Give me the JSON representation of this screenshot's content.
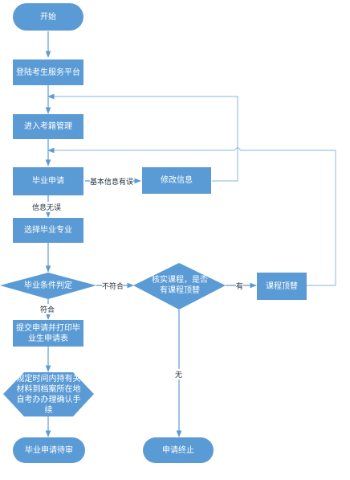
{
  "colors": {
    "fill": "#5b9bd5",
    "edge": "#9cc3e5",
    "text": "#ffffff"
  },
  "nodes": {
    "start": "开始",
    "login": "登陆考生服务平台",
    "enter_records": "进入考籍管理",
    "apply": "毕业申请",
    "modify_info": "修改信息",
    "choose_major": "选择毕业专业",
    "condition_check": "毕业条件判定",
    "verify_course": "核实课程，是否有课程顶替",
    "course_replace": "课程顶替",
    "submit_print": "提交申请并打印毕业生申请表",
    "deliver_docs": "规定时间内持有关材料到档案所在地自考办办理确认手续",
    "pending": "毕业申请待审",
    "terminate": "申请终止"
  },
  "edge_labels": {
    "info_error": "基本信息有误",
    "info_ok": "信息无误",
    "not_meet": "不符合",
    "meet": "符合",
    "has": "有",
    "none": "无"
  }
}
